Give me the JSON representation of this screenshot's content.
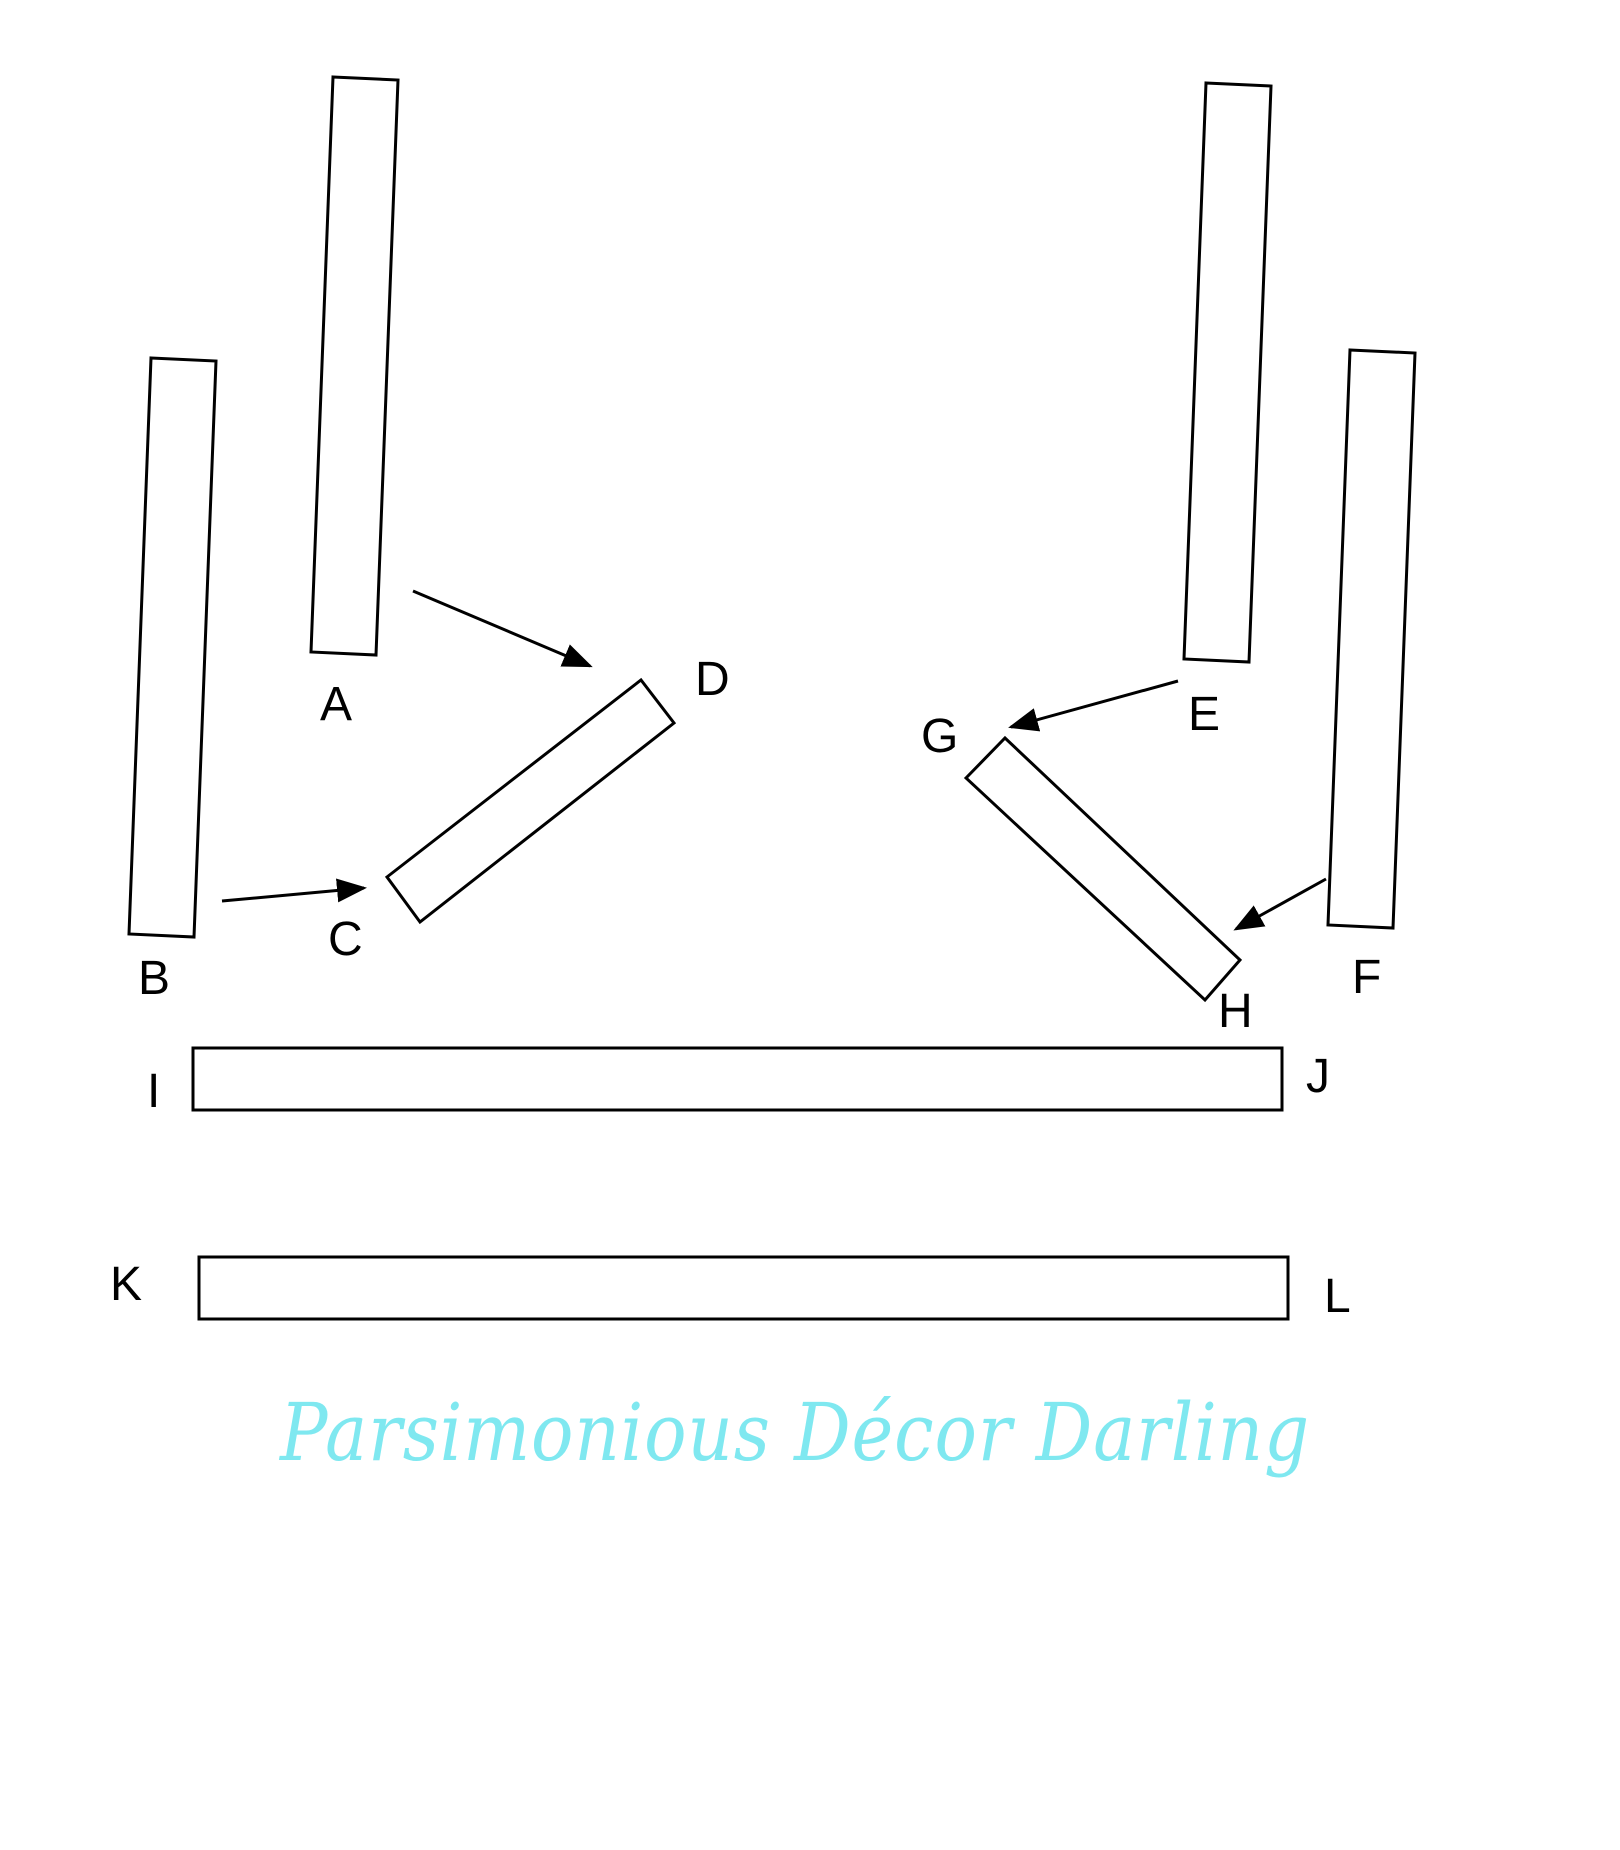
{
  "labels": {
    "a": "A",
    "b": "B",
    "c": "C",
    "d": "D",
    "e": "E",
    "f": "F",
    "g": "G",
    "h": "H",
    "i": "I",
    "j": "J",
    "k": "K",
    "l": "L"
  },
  "watermark": {
    "text": "Parsimonious Décor Darling",
    "color": "#7FE8F0"
  },
  "colors": {
    "stroke": "#000000",
    "background": "#FFFFFF"
  }
}
